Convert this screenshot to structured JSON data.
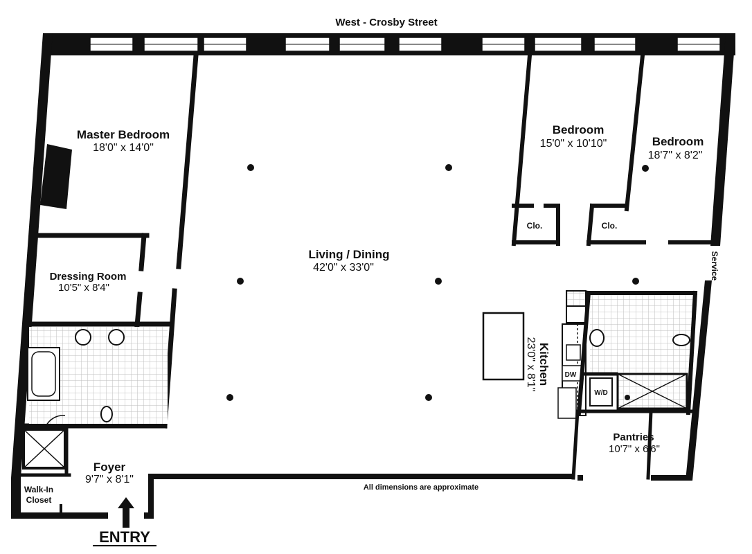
{
  "street_label": "West - Crosby Street",
  "note": "All dimensions are approximate",
  "entry_label": "ENTRY",
  "rooms": {
    "master_bedroom": {
      "name": "Master Bedroom",
      "dims": "18'0\" x 14'0\""
    },
    "dressing_room": {
      "name": "Dressing Room",
      "dims": "10'5\" x 8'4\""
    },
    "living_dining": {
      "name": "Living / Dining",
      "dims": "42'0\" x 33'0\""
    },
    "bedroom_1": {
      "name": "Bedroom",
      "dims": "15'0\" x 10'10\""
    },
    "bedroom_2": {
      "name": "Bedroom",
      "dims": "18'7\" x 8'2\""
    },
    "kitchen": {
      "name": "Kitchen",
      "dims": "23'0\" x 8'1\""
    },
    "pantries": {
      "name": "Pantries",
      "dims": "10'7\" x 6'6\""
    },
    "foyer": {
      "name": "Foyer",
      "dims": "9'7\" x 8'1\""
    },
    "walk_in_closet": {
      "line1": "Walk-In",
      "line2": "Closet"
    }
  },
  "labels": {
    "clo_1": "Clo.",
    "clo_2": "Clo.",
    "service": "Service",
    "dw": "DW",
    "wd": "W/D"
  },
  "colors": {
    "walls": "#111111",
    "tile": "#cfcfcf",
    "background": "#ffffff"
  }
}
